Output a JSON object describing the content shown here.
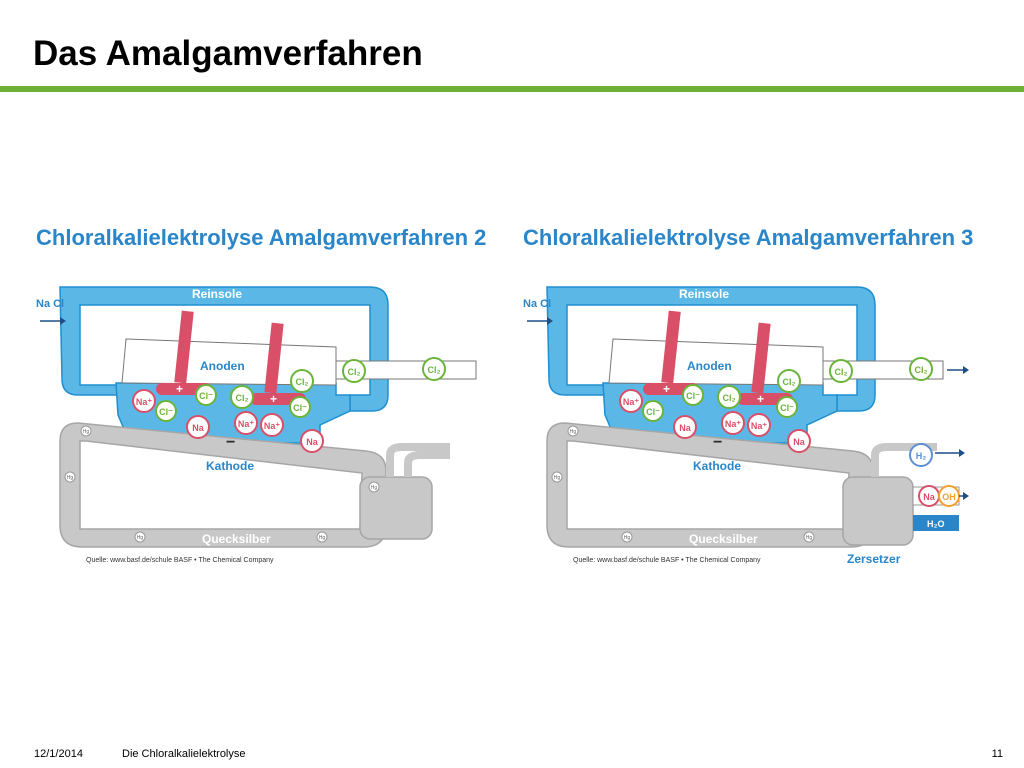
{
  "slide": {
    "title": "Das Amalgamverfahren"
  },
  "colors": {
    "accent_rule": "#6fb136",
    "brine": "#5bb8e6",
    "brine_dark": "#1f8fd0",
    "mercury": "#c8c8c8",
    "mercury_dark": "#a6a6a6",
    "anode": "#d94f68",
    "chlorine": "#6ab43a",
    "sodium": "#d94f68",
    "hydroxide": "#f0a030",
    "hydrogen": "#5b8fd4",
    "heading": "#2a86c8"
  },
  "diagrams": [
    {
      "heading": "Chloralkalielektrolyse Amalgamverfahren 2",
      "labels": {
        "feed": "Na Cl",
        "brine_loop": "Reinsole",
        "anodes": "Anoden",
        "cathode": "Kathode",
        "mercury": "Quecksilber",
        "source": "Quelle: www.basf.de/schule  BASF • The Chemical Company"
      },
      "ions": {
        "na_plus": "Na⁺",
        "cl_minus": "Cl⁻",
        "cl2": "Cl₂",
        "na": "Na",
        "hg": "Hg",
        "plus": "+",
        "minus": "−"
      }
    },
    {
      "heading": "Chloralkalielektrolyse Amalgamverfahren 3",
      "labels": {
        "feed": "Na Cl",
        "brine_loop": "Reinsole",
        "anodes": "Anoden",
        "cathode": "Kathode",
        "mercury": "Quecksilber",
        "source": "Quelle: www.basf.de/schule  BASF • The Chemical Company",
        "decomposer": "Zersetzer",
        "water_in": "H₂O",
        "hydrogen_out": "H₂",
        "sodium": "Na",
        "hydroxide": "OH"
      },
      "ions": {
        "na_plus": "Na⁺",
        "cl_minus": "Cl⁻",
        "cl2": "Cl₂",
        "na": "Na",
        "hg": "Hg",
        "plus": "+",
        "minus": "−"
      }
    }
  ],
  "footer": {
    "date": "12/1/2014",
    "title": "Die Chloralkalielektrolyse",
    "page": "11"
  }
}
